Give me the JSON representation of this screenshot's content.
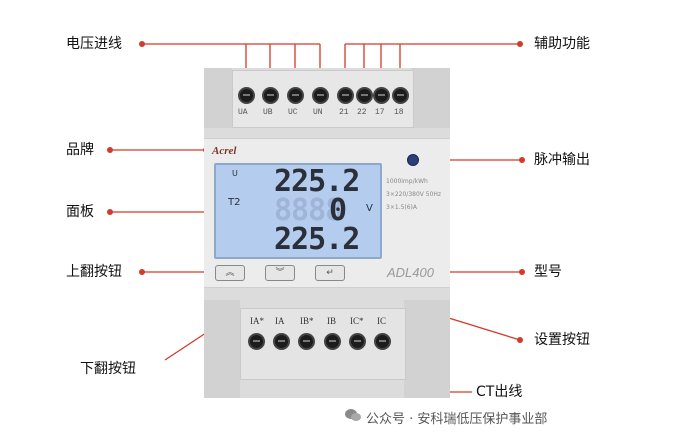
{
  "callouts": {
    "voltage_input": "电压进线",
    "aux_function": "辅助功能",
    "brand": "品牌",
    "pulse_output": "脉冲输出",
    "panel": "面板",
    "page_up_button": "上翻按钮",
    "model": "型号",
    "page_down_button": "下翻按钮",
    "set_button": "设置按钮",
    "ct_input": "CT出线"
  },
  "device": {
    "brand": "Acrel",
    "model": "ADL400",
    "top_terminals": [
      "UA",
      "UB",
      "UC",
      "UN",
      "21",
      "22",
      "17",
      "18"
    ],
    "ct_terminals": [
      "IA*",
      "IA",
      "IB*",
      "IB",
      "IC*",
      "IC"
    ],
    "lcd": {
      "row1": "225.2",
      "row2": "0",
      "row3": "225.2",
      "tariff": "T2",
      "unit": "V",
      "label_u": "U"
    },
    "spec_lines": [
      "1000imp/kWh",
      "3×220/380V 50Hz",
      "3×1.5(6)A"
    ],
    "buttons": {
      "up": "︽",
      "down": "︾",
      "enter": "↵"
    }
  },
  "watermark": "公众号 · 安科瑞低压保护事业部",
  "colors": {
    "leader_line": "#d23a2a",
    "dot": "#d23a2a",
    "lcd_bg": "#b4cdee",
    "led": "#2d3f7a"
  }
}
